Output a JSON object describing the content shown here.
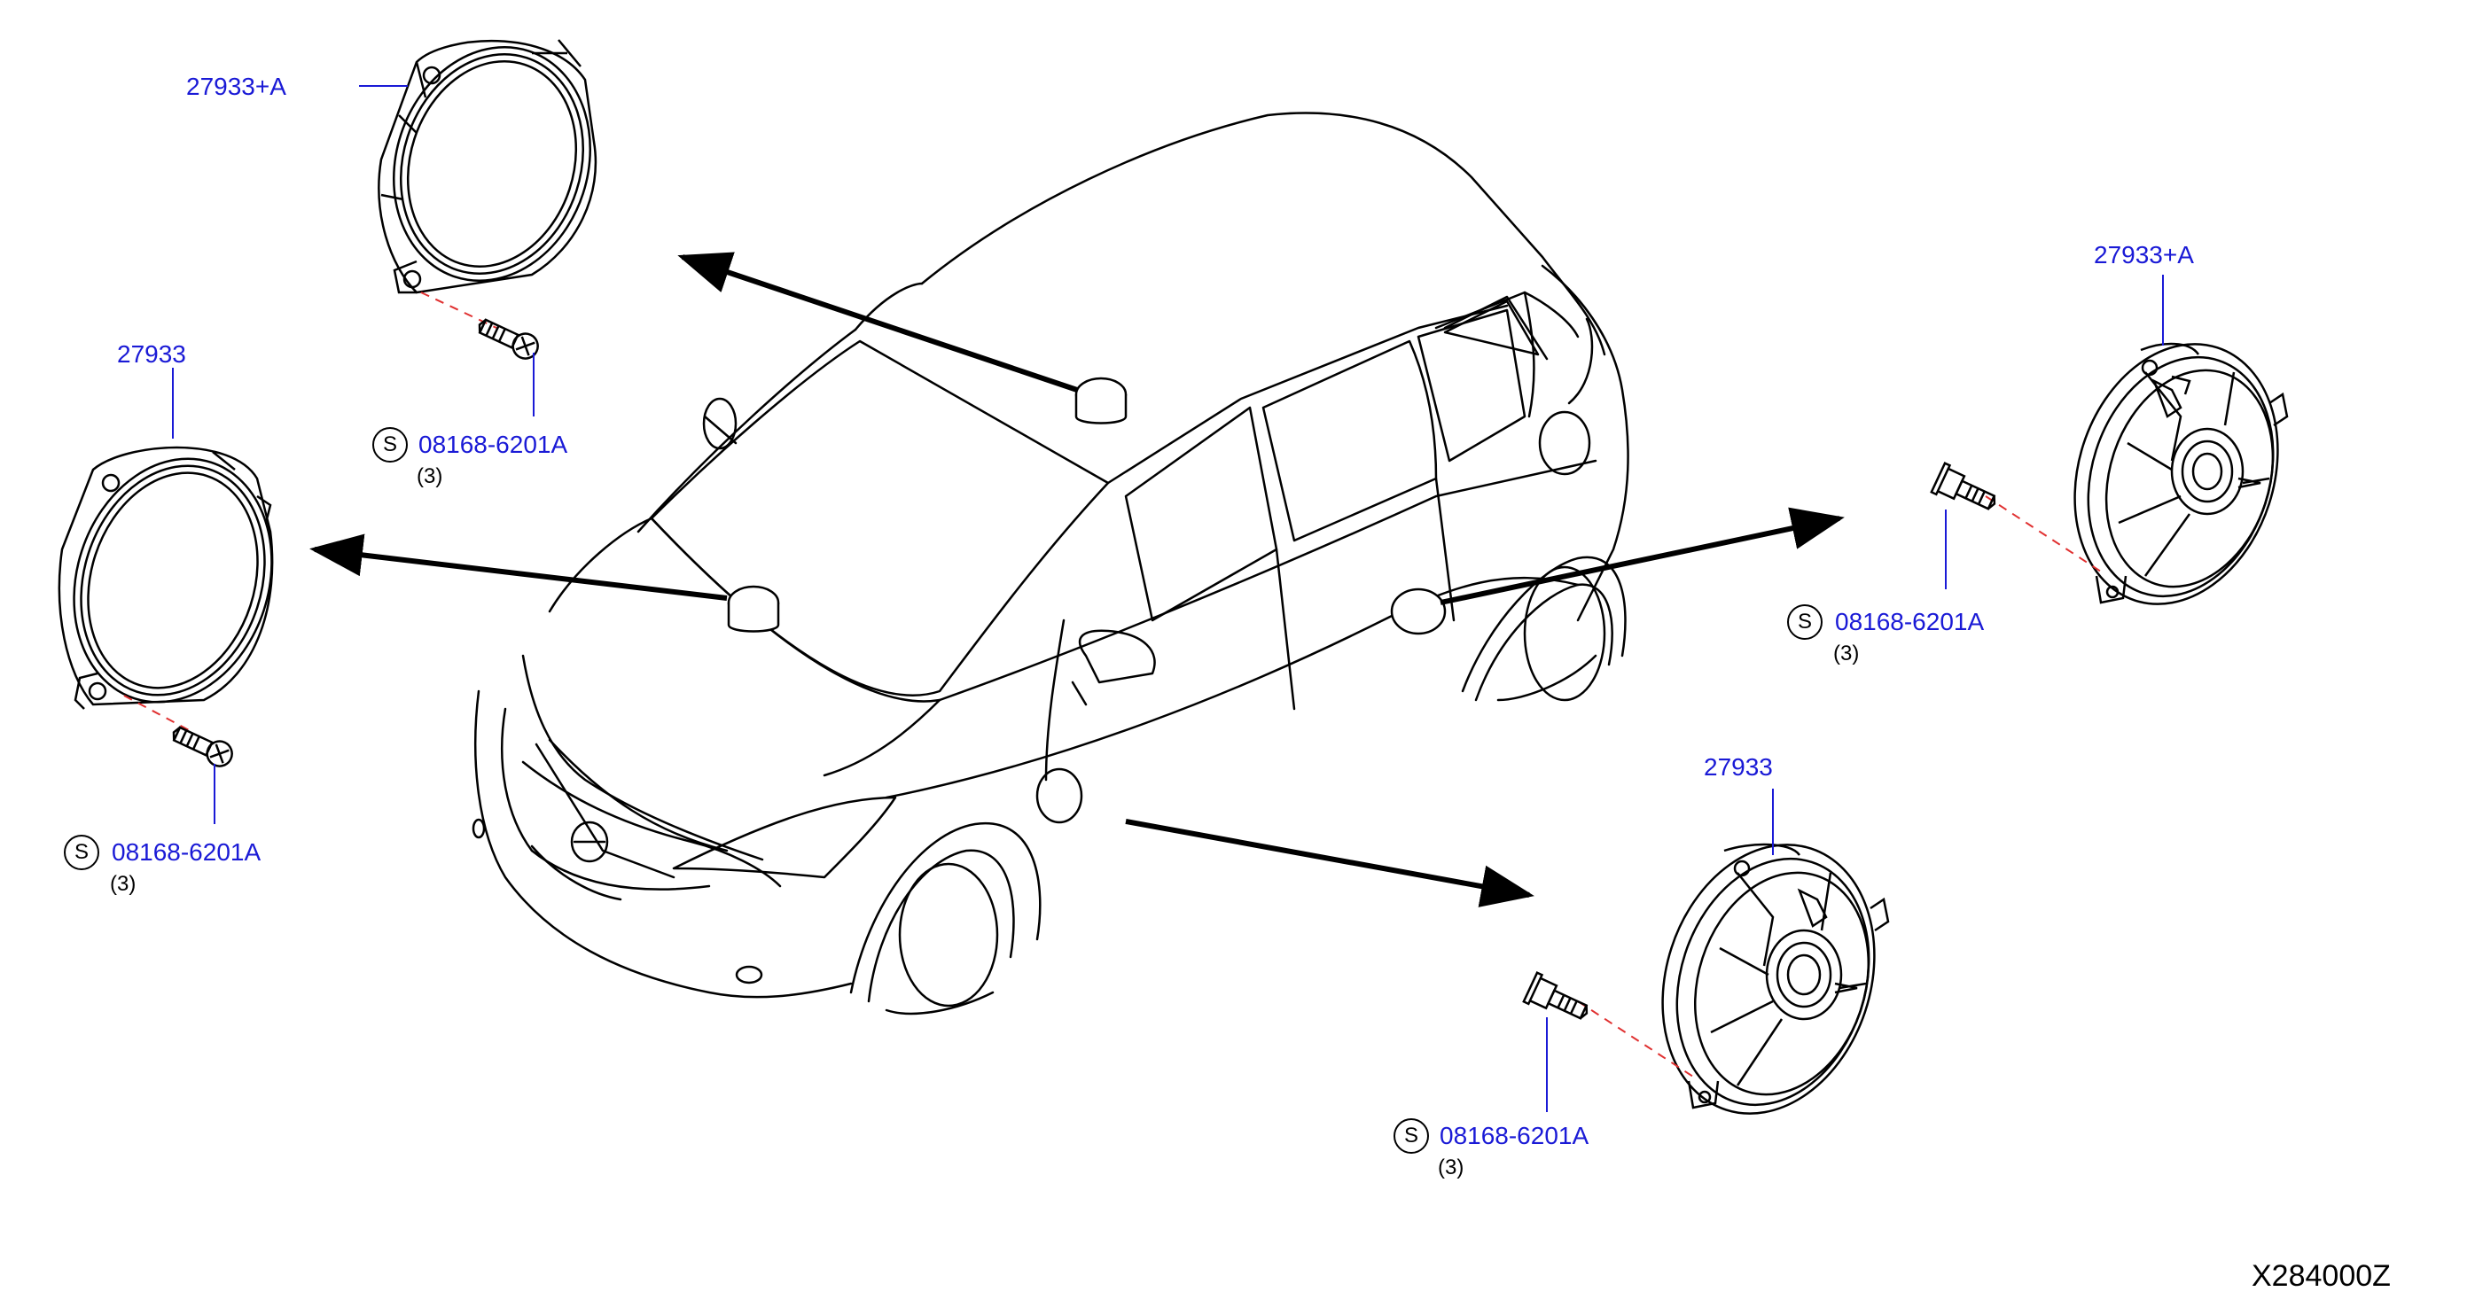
{
  "colors": {
    "line": "#000000",
    "label": "#1a1ad6",
    "leader": "#1a1ad6",
    "dashed_guide": "#e03030"
  },
  "callouts": {
    "upper_left": {
      "part": "27933+A",
      "screw": "08168-6201A",
      "qty": "(3)",
      "symbol": "S"
    },
    "lower_left": {
      "part": "27933",
      "screw": "08168-6201A",
      "qty": "(3)",
      "symbol": "S"
    },
    "upper_right": {
      "part": "27933+A",
      "screw": "08168-6201A",
      "qty": "(3)",
      "symbol": "S"
    },
    "lower_right": {
      "part": "27933",
      "screw": "08168-6201A",
      "qty": "(3)",
      "symbol": "S"
    }
  },
  "diagram_ref": "X284000Z",
  "icons": [
    "speaker-icon",
    "tweeter-icon",
    "screw-icon",
    "car-outline-icon",
    "arrow-icon"
  ]
}
